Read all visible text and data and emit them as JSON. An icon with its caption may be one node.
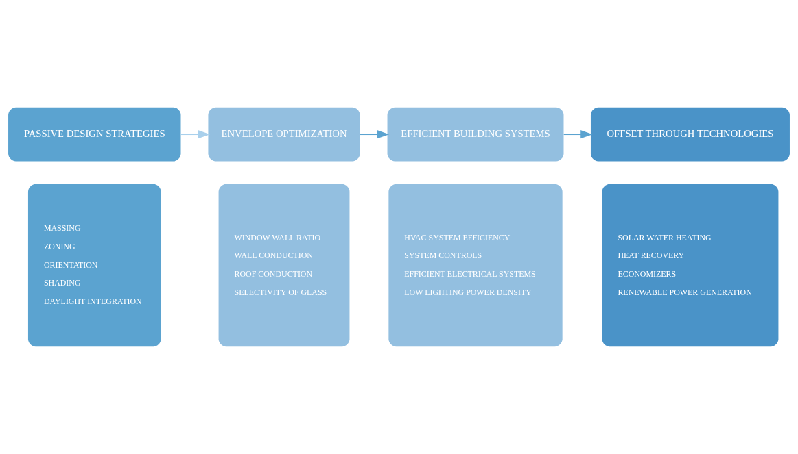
{
  "diagram": {
    "nodes": [
      {
        "text": [
          "PASSIVE DESIGN STRATEGIES"
        ]
      },
      {
        "text": [
          "ENVELOPE OPTIMIZATION"
        ]
      },
      {
        "text": [
          "EFFICIENT BUILDING SYSTEMS"
        ]
      },
      {
        "text": [
          "OFFSET THROUGH TECHNOLOGIES"
        ]
      },
      {
        "text": [
          "MASSING",
          "ZONING",
          "ORIENTATION",
          "SHADING",
          "DAYLIGHT INTEGRATION"
        ]
      },
      {
        "text": [
          "WINDOW WALL RATIO",
          "WALL CONDUCTION",
          "ROOF CONDUCTION",
          "SELECTIVITY OF GLASS"
        ]
      },
      {
        "text": [
          "HVAC SYSTEM EFFICIENCY",
          "SYSTEM CONTROLS",
          "EFFICIENT ELECTRICAL SYSTEMS",
          "LOW LIGHTING POWER DENSITY"
        ]
      },
      {
        "text": [
          "SOLAR WATER HEATING",
          "HEAT RECOVERY",
          "ECONOMIZERS",
          "RENEWABLE POWER GENERATION"
        ]
      }
    ],
    "edges": [
      {
        "from": 0,
        "to": 1,
        "arrow": "to",
        "color": "#a9d0ec"
      },
      {
        "from": 1,
        "to": 2,
        "arrow": "to"
      },
      {
        "from": 2,
        "to": 3,
        "arrow": "to"
      }
    ]
  }
}
